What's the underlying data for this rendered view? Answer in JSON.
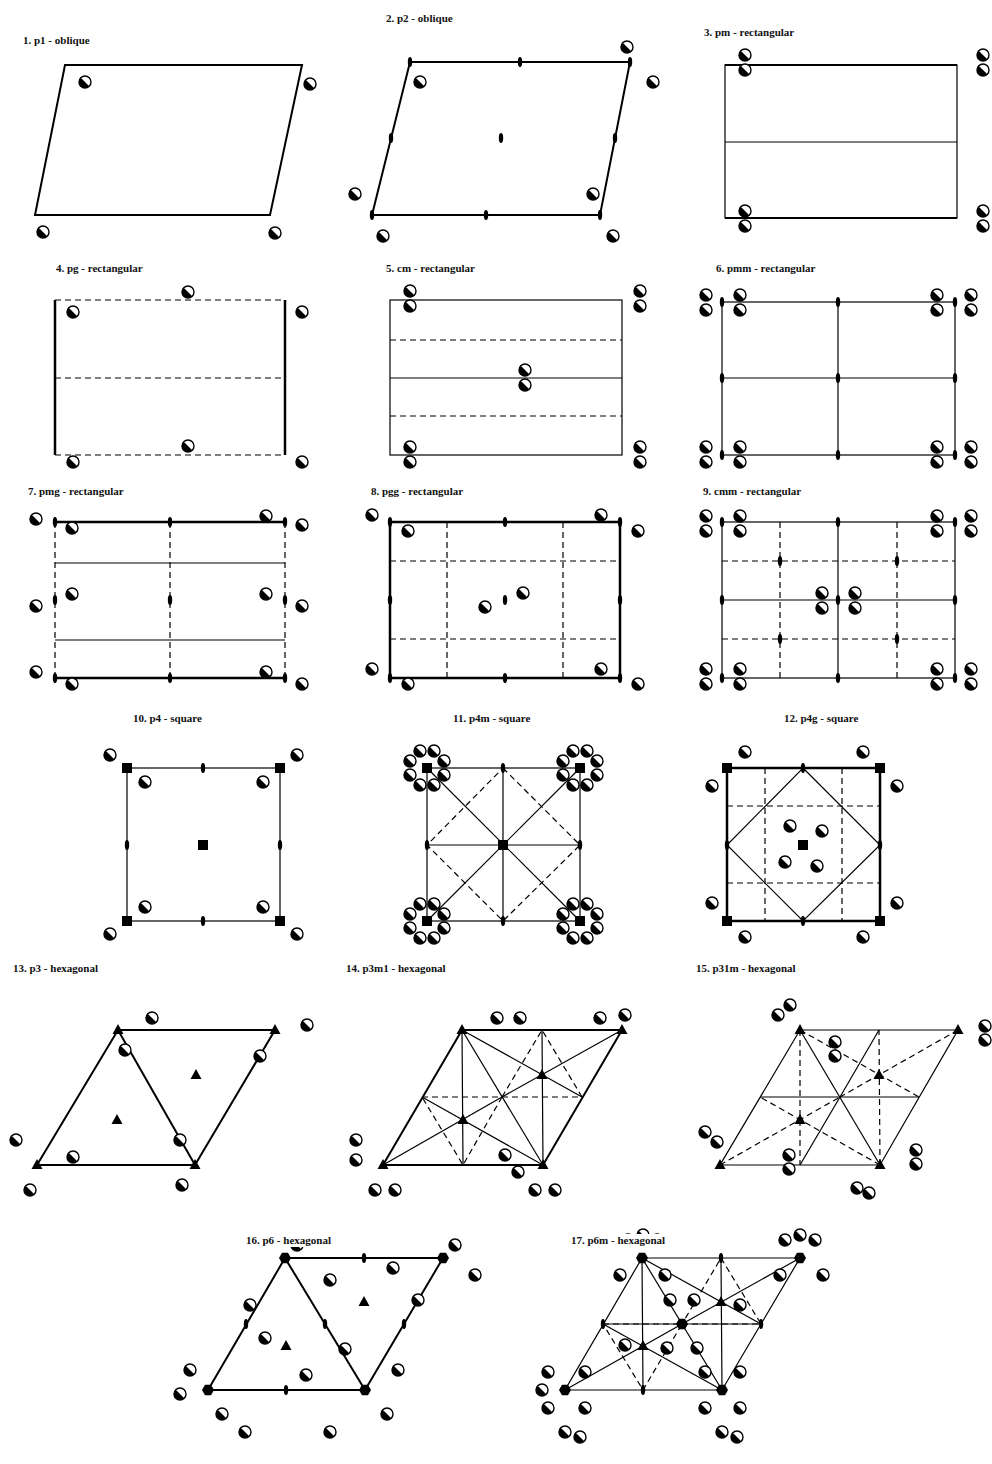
{
  "diagram": {
    "labels": [
      "1. p1 - oblique",
      "2. p2 - oblique",
      "3. pm - rectangular",
      "4. pg - rectangular",
      "5. cm - rectangular",
      "6. pmm - rectangular",
      "7. pmg - rectangular",
      "8. pgg - rectangular",
      "9. cmm - rectangular",
      "10. p4 - square",
      "11. p4m - square",
      "12. p4g - square",
      "13. p3 - hexagonal",
      "14. p3m1 - hexagonal",
      "15. p31m - hexagonal",
      "16. p6 - hexagonal",
      "17. p6m - hexagonal"
    ]
  }
}
